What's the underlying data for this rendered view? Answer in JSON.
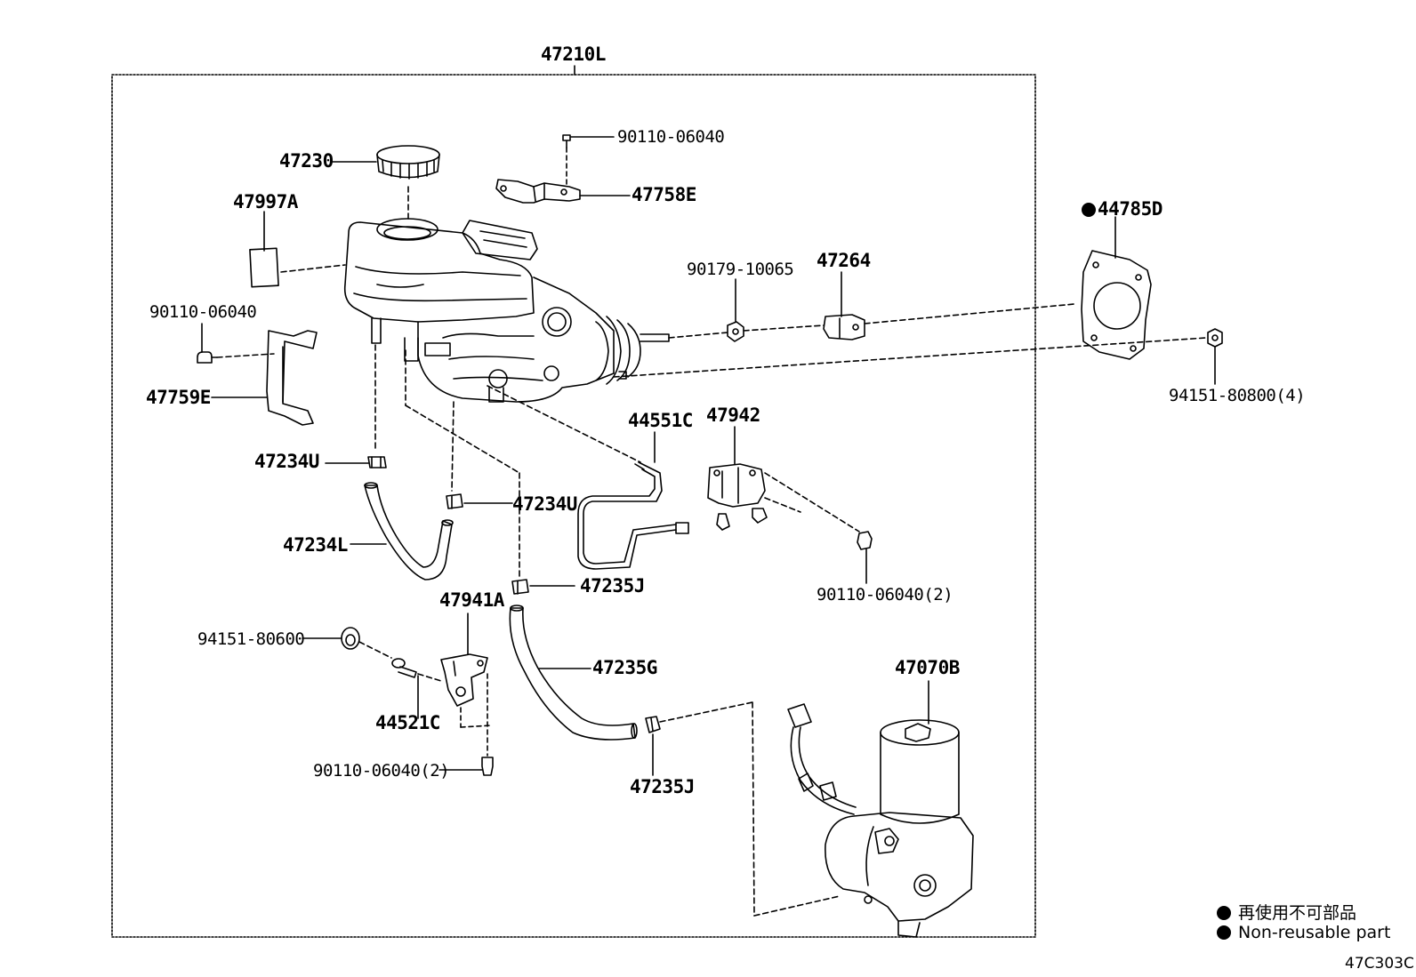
{
  "diagram": {
    "assembly_label": "47210L",
    "labels": {
      "l47230": "47230",
      "l47997A": "47997A",
      "l90110_top": "90110-06040",
      "l47758E": "47758E",
      "l90110_left": "90110-06040",
      "l47759E": "47759E",
      "l90179": "90179-10065",
      "l47264": "47264",
      "l44785D": "44785D",
      "l94151_4": "94151-80800(4)",
      "l47234U_a": "47234U",
      "l47234U_b": "47234U",
      "l47234L": "47234L",
      "l44551C": "44551C",
      "l47942": "47942",
      "l90110_2_right": "90110-06040(2)",
      "l47235J_a": "47235J",
      "l47941A": "47941A",
      "l94151_80600": "94151-80600",
      "l47235G": "47235G",
      "l44521C": "44521C",
      "l47070B": "47070B",
      "l47235J_b": "47235J",
      "l90110_2_bottom": "90110-06040(2)"
    },
    "legend": {
      "japanese": "再使用不可部品",
      "english": "Non-reusable part"
    },
    "figure_code": "47C303C"
  }
}
